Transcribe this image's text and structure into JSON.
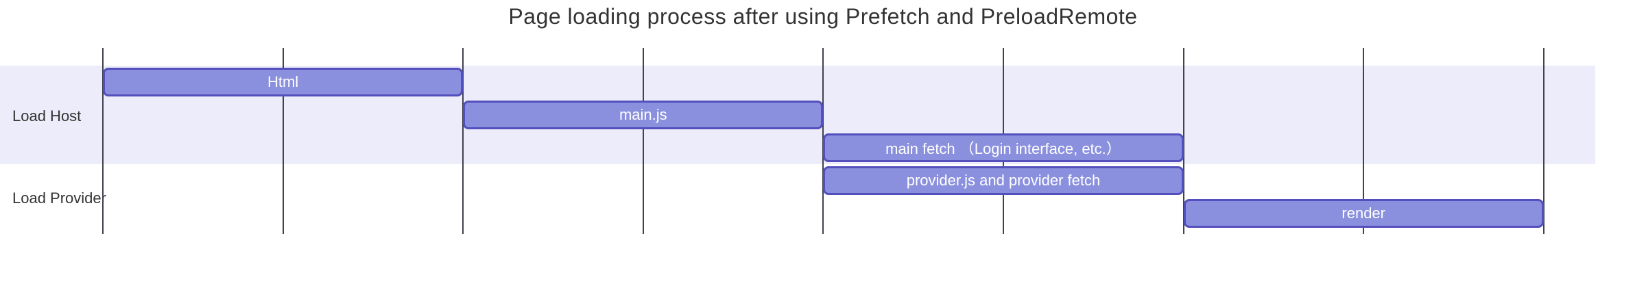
{
  "chart_data": {
    "type": "gantt",
    "title": "Page loading process after using Prefetch and PreloadRemote",
    "x_axis": {
      "min": 0,
      "max": 8,
      "gridline_step": 1,
      "tick_labels": []
    },
    "legend": "none",
    "grid": "vertical-lines-only",
    "sections": [
      {
        "label": "Load Host",
        "tasks": [
          {
            "label": "Html",
            "start": 0,
            "end": 2
          },
          {
            "label": "main.js",
            "start": 2,
            "end": 4
          },
          {
            "label": "main fetch （Login interface, etc.）",
            "start": 4,
            "end": 6
          }
        ]
      },
      {
        "label": "Load Provider",
        "tasks": [
          {
            "label": "provider.js and provider fetch",
            "start": 4,
            "end": 6
          },
          {
            "label": "render",
            "start": 6,
            "end": 8
          }
        ]
      }
    ]
  },
  "colors": {
    "task_fill": "#8a90dd",
    "task_border": "#534fbc",
    "task_text": "#ffffff",
    "section_band_first": "#ececfa",
    "section_band_second": "#ffffff",
    "grid_line": "#41414f",
    "text": "#333333",
    "background": "#ffffff"
  }
}
